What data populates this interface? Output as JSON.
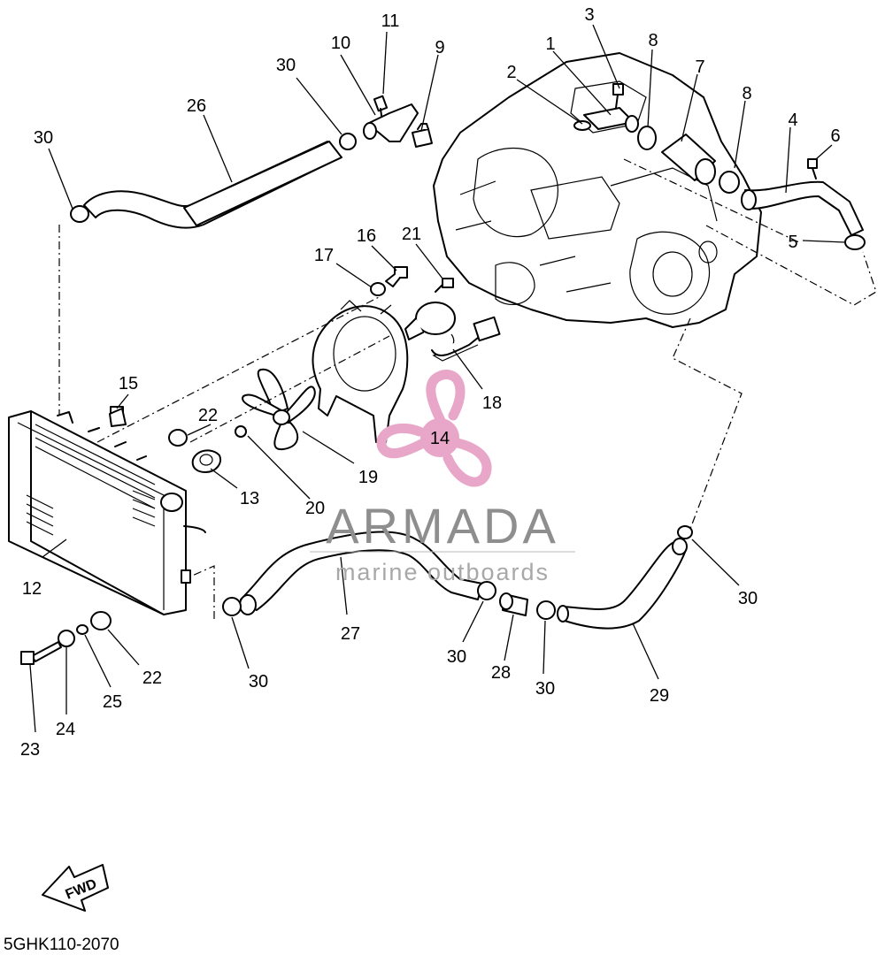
{
  "diagram": {
    "callouts": [
      {
        "id": "c1",
        "label": "1"
      },
      {
        "id": "c2",
        "label": "2"
      },
      {
        "id": "c3",
        "label": "3"
      },
      {
        "id": "c4",
        "label": "4"
      },
      {
        "id": "c5",
        "label": "5"
      },
      {
        "id": "c6",
        "label": "6"
      },
      {
        "id": "c7",
        "label": "7"
      },
      {
        "id": "c8a",
        "label": "8"
      },
      {
        "id": "c8b",
        "label": "8"
      },
      {
        "id": "c9",
        "label": "9"
      },
      {
        "id": "c10",
        "label": "10"
      },
      {
        "id": "c11",
        "label": "11"
      },
      {
        "id": "c12",
        "label": "12"
      },
      {
        "id": "c13",
        "label": "13"
      },
      {
        "id": "c14",
        "label": "14"
      },
      {
        "id": "c15",
        "label": "15"
      },
      {
        "id": "c16",
        "label": "16"
      },
      {
        "id": "c17",
        "label": "17"
      },
      {
        "id": "c18",
        "label": "18"
      },
      {
        "id": "c19",
        "label": "19"
      },
      {
        "id": "c20",
        "label": "20"
      },
      {
        "id": "c21",
        "label": "21"
      },
      {
        "id": "c22a",
        "label": "22"
      },
      {
        "id": "c22b",
        "label": "22"
      },
      {
        "id": "c23",
        "label": "23"
      },
      {
        "id": "c24",
        "label": "24"
      },
      {
        "id": "c25",
        "label": "25"
      },
      {
        "id": "c26",
        "label": "26"
      },
      {
        "id": "c27",
        "label": "27"
      },
      {
        "id": "c28",
        "label": "28"
      },
      {
        "id": "c29",
        "label": "29"
      },
      {
        "id": "c30a",
        "label": "30"
      },
      {
        "id": "c30b",
        "label": "30"
      },
      {
        "id": "c30c",
        "label": "30"
      },
      {
        "id": "c30d",
        "label": "30"
      },
      {
        "id": "c30e",
        "label": "30"
      },
      {
        "id": "c30f",
        "label": "30"
      }
    ],
    "fwd_label": "FWD",
    "diagram_code": "5GHK110-2070"
  },
  "watermark": {
    "brand": "ARMADA",
    "tagline": "marine outboards",
    "logo_color": "#e8a7c8",
    "text_color": "#8e8e8e"
  }
}
